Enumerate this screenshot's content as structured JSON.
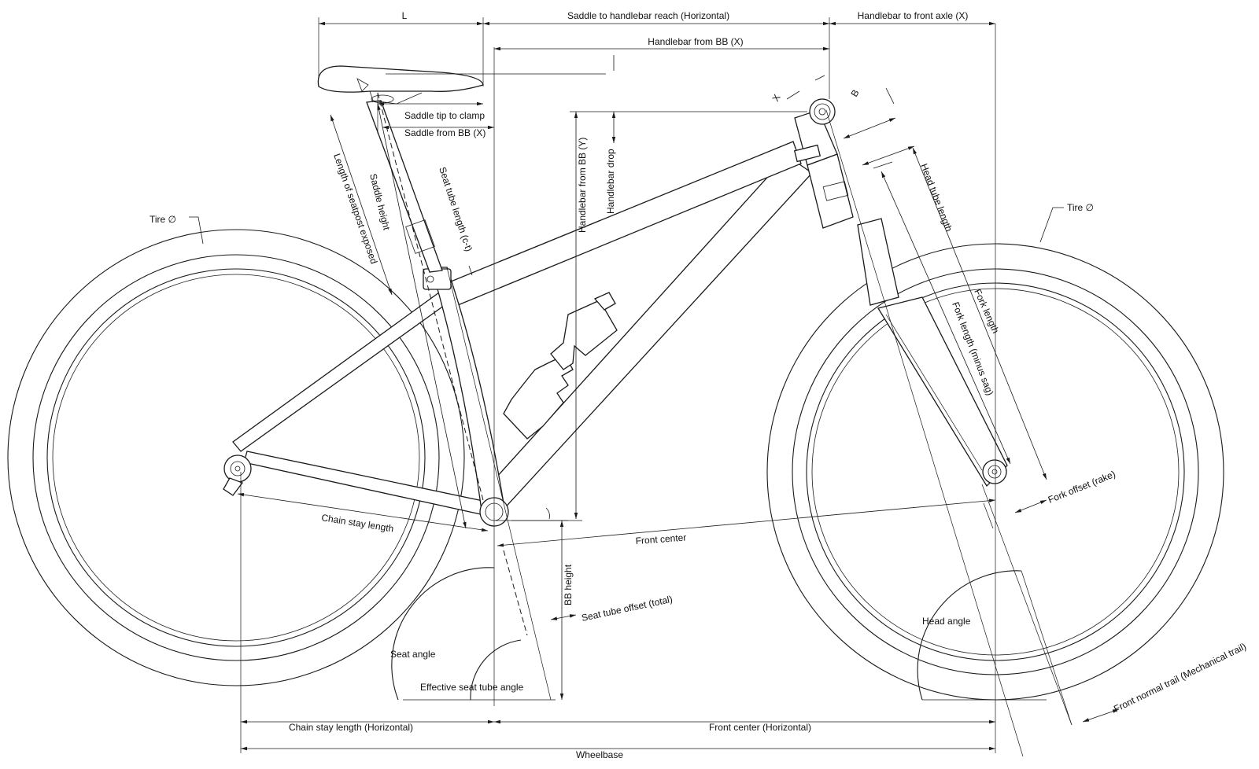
{
  "labels": {
    "L": "L",
    "saddle_to_handlebar_reach": "Saddle to handlebar reach (Horizontal)",
    "handlebar_to_front_axle": "Handlebar to front axle (X)",
    "handlebar_from_bb_x": "Handlebar from BB (X)",
    "saddle_tip_to_clamp": "Saddle tip to clamp",
    "saddle_from_bb_x": "Saddle from BB (X)",
    "x": "X",
    "b": "B",
    "length_of_seatpost_exposed": "Length of seatpost exposed",
    "saddle_height": "Saddle height",
    "seat_tube_length": "Seat tube length (c-t)",
    "handlebar_from_bb_y": "Handlebar from BB (Y)",
    "handlebar_drop": "Handlebar drop",
    "head_tube_length": "Head tube length",
    "tire_left": "Tire ∅",
    "tire_right": "Tire ∅",
    "fork_length": "Fork length",
    "fork_length_minus_sag": "Fork length (minus sag)",
    "fork_offset": "Fork offset (rake)",
    "chain_stay_length": "Chain stay length",
    "front_center": "Front center",
    "bb_height": "BB height",
    "seat_tube_offset": "Seat tube offset (total)",
    "head_angle": "Head angle",
    "seat_angle": "Seat angle",
    "effective_seat_tube_angle": "Effective seat tube angle",
    "front_normal_trail": "Front normal trail (Mechanical trail)",
    "chain_stay_length_horizontal": "Chain stay length (Horizontal)",
    "front_center_horizontal": "Front center (Horizontal)",
    "wheelbase": "Wheelbase"
  }
}
